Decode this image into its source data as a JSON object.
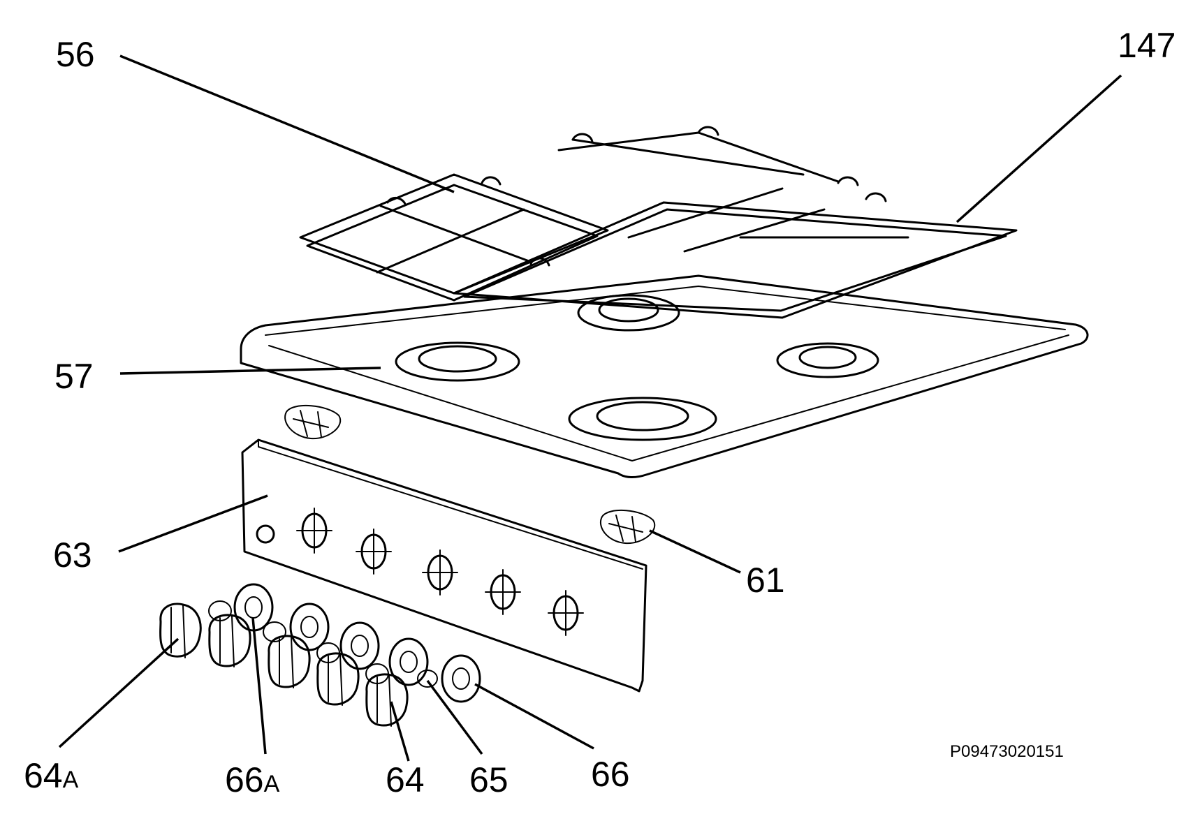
{
  "drawing_code": "P09473020151",
  "callouts": [
    {
      "id": "56",
      "main": "56",
      "suffix": ""
    },
    {
      "id": "147",
      "main": "147",
      "suffix": ""
    },
    {
      "id": "57",
      "main": "57",
      "suffix": ""
    },
    {
      "id": "63",
      "main": "63",
      "suffix": ""
    },
    {
      "id": "61",
      "main": "61",
      "suffix": ""
    },
    {
      "id": "64a",
      "main": "64",
      "suffix": "A"
    },
    {
      "id": "66a",
      "main": "66",
      "suffix": "A"
    },
    {
      "id": "64",
      "main": "64",
      "suffix": ""
    },
    {
      "id": "65",
      "main": "65",
      "suffix": ""
    },
    {
      "id": "66",
      "main": "66",
      "suffix": ""
    }
  ],
  "colors": {
    "ink": "#000000",
    "paper": "#ffffff"
  }
}
